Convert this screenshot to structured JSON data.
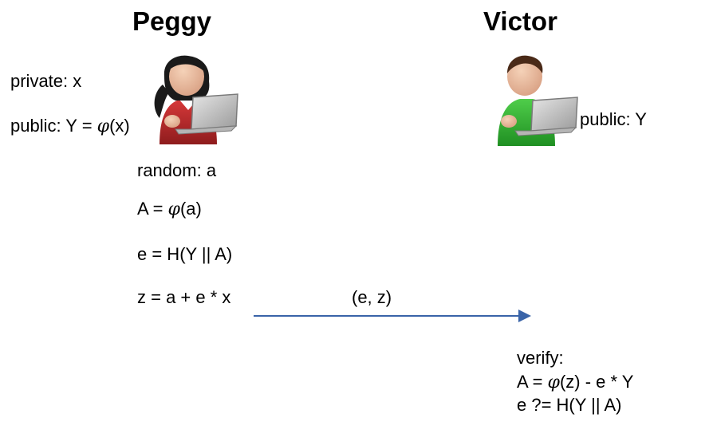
{
  "peggy": {
    "name": "Peggy",
    "private_label": "private: x",
    "public_prefix": "public: Y = ",
    "public_phi": "φ",
    "public_suffix": "(x)",
    "random_label": "random: a",
    "a_prefix": "A = ",
    "a_phi": "φ",
    "a_suffix": "(a)",
    "e_line": "e = H(Y || A)",
    "z_line": "z = a + e * x",
    "icon": "person-laptop-icon",
    "shirt_color": "#c0282a",
    "hair_color": "#1a1a1a"
  },
  "victor": {
    "name": "Victor",
    "public_label": "public:  Y",
    "verify_label": "verify:",
    "verify_a_prefix": "A = ",
    "verify_a_phi": "φ",
    "verify_a_suffix": "(z) - e * Y",
    "verify_e_line": "e ?= H(Y || A)",
    "icon": "person-laptop-icon",
    "shirt_color": "#2faa2f",
    "hair_color": "#4a2a18"
  },
  "message": {
    "label": "(e, z)",
    "arrow_color": "#3a64a8"
  }
}
